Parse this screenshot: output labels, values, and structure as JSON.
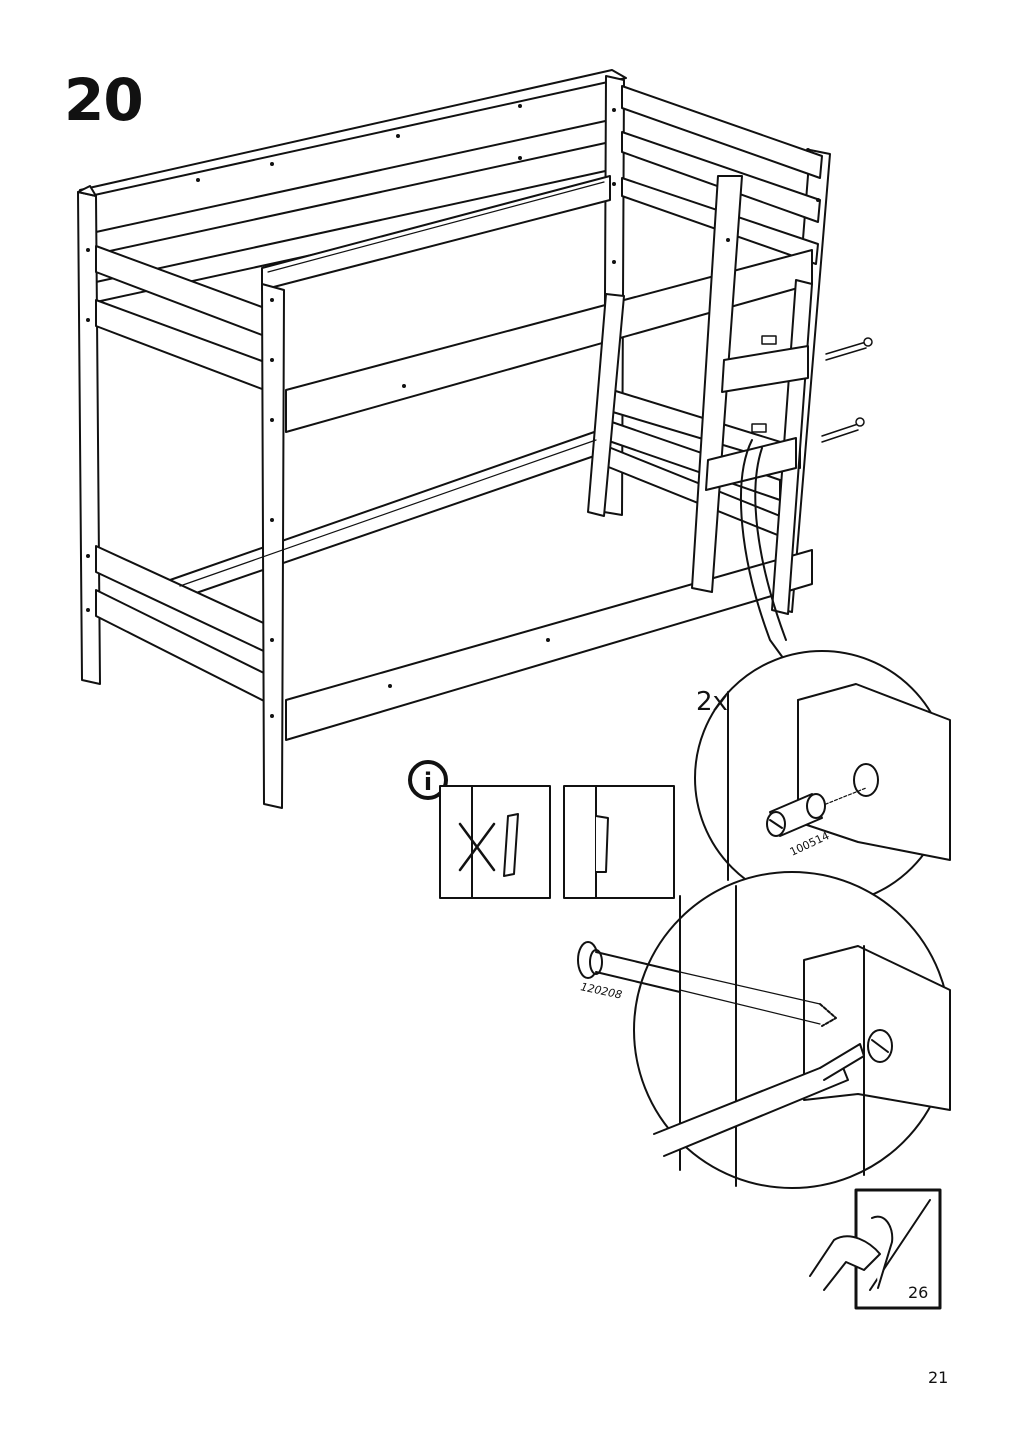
{
  "step": {
    "number": "20"
  },
  "detail": {
    "quantity": "2x",
    "barrel_nut_part": "100514",
    "bolt_part": "120208"
  },
  "info_icon_letter": "i",
  "page_reference": "26",
  "page_number": "21"
}
